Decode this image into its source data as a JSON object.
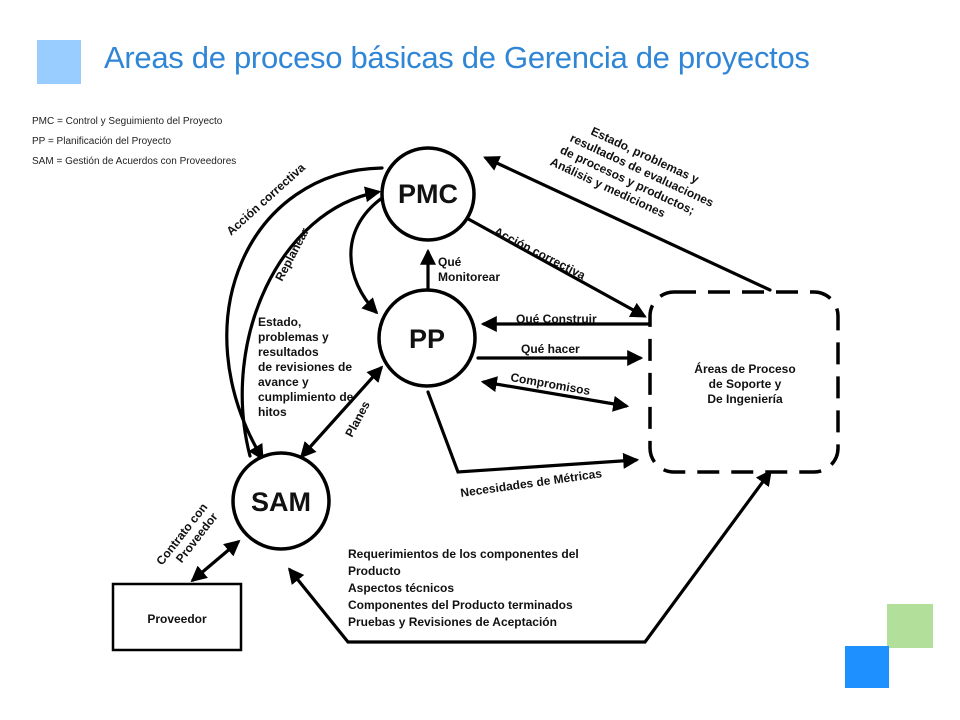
{
  "title": "Areas de proceso básicas de Gerencia de proyectos",
  "legend": [
    "PMC = Control y Seguimiento del Proyecto",
    "PP = Planificación  del Proyecto",
    "SAM = Gestión de Acuerdos con Proveedores"
  ],
  "nodes": {
    "pmc": "PMC",
    "pp": "PP",
    "sam": "SAM",
    "proveedor": "Proveedor",
    "areas": [
      "Áreas de Proceso",
      "de Soporte y",
      "De Ingeniería"
    ]
  },
  "edge_labels": {
    "accion_correctiva_left": "Acción correctiva",
    "replanear": "Replanear",
    "que_monitorear": [
      "Qué",
      "Monitorear"
    ],
    "accion_correctiva_right": "Acción correctiva",
    "estado_right": [
      "Estado, problemas y",
      "resultados de evaluaciones",
      "de procesos y productos;",
      "Análisis y mediciones"
    ],
    "estado_left": [
      "Estado,",
      "problemas y",
      "resultados",
      "de revisiones de",
      "avance y",
      "cumplimiento de",
      "hitos"
    ],
    "que_construir": "Qué Construir",
    "que_hacer": "Qué hacer",
    "compromisos": "Compromisos",
    "planes": "Planes",
    "necesidades": "Necesidades de Métricas",
    "contrato": [
      "Contrato con",
      "Proveedor"
    ],
    "requerimientos": [
      "Requerimientos de los componentes del",
      "Producto",
      "Aspectos técnicos",
      "Componentes del Producto terminados",
      "Pruebas y Revisiones de Aceptación"
    ]
  },
  "colors": {
    "title_blue": "#2f86d6",
    "square_blue": "#1e90ff",
    "square_light_blue": "#99ccff",
    "square_green": "#b2e09a"
  }
}
